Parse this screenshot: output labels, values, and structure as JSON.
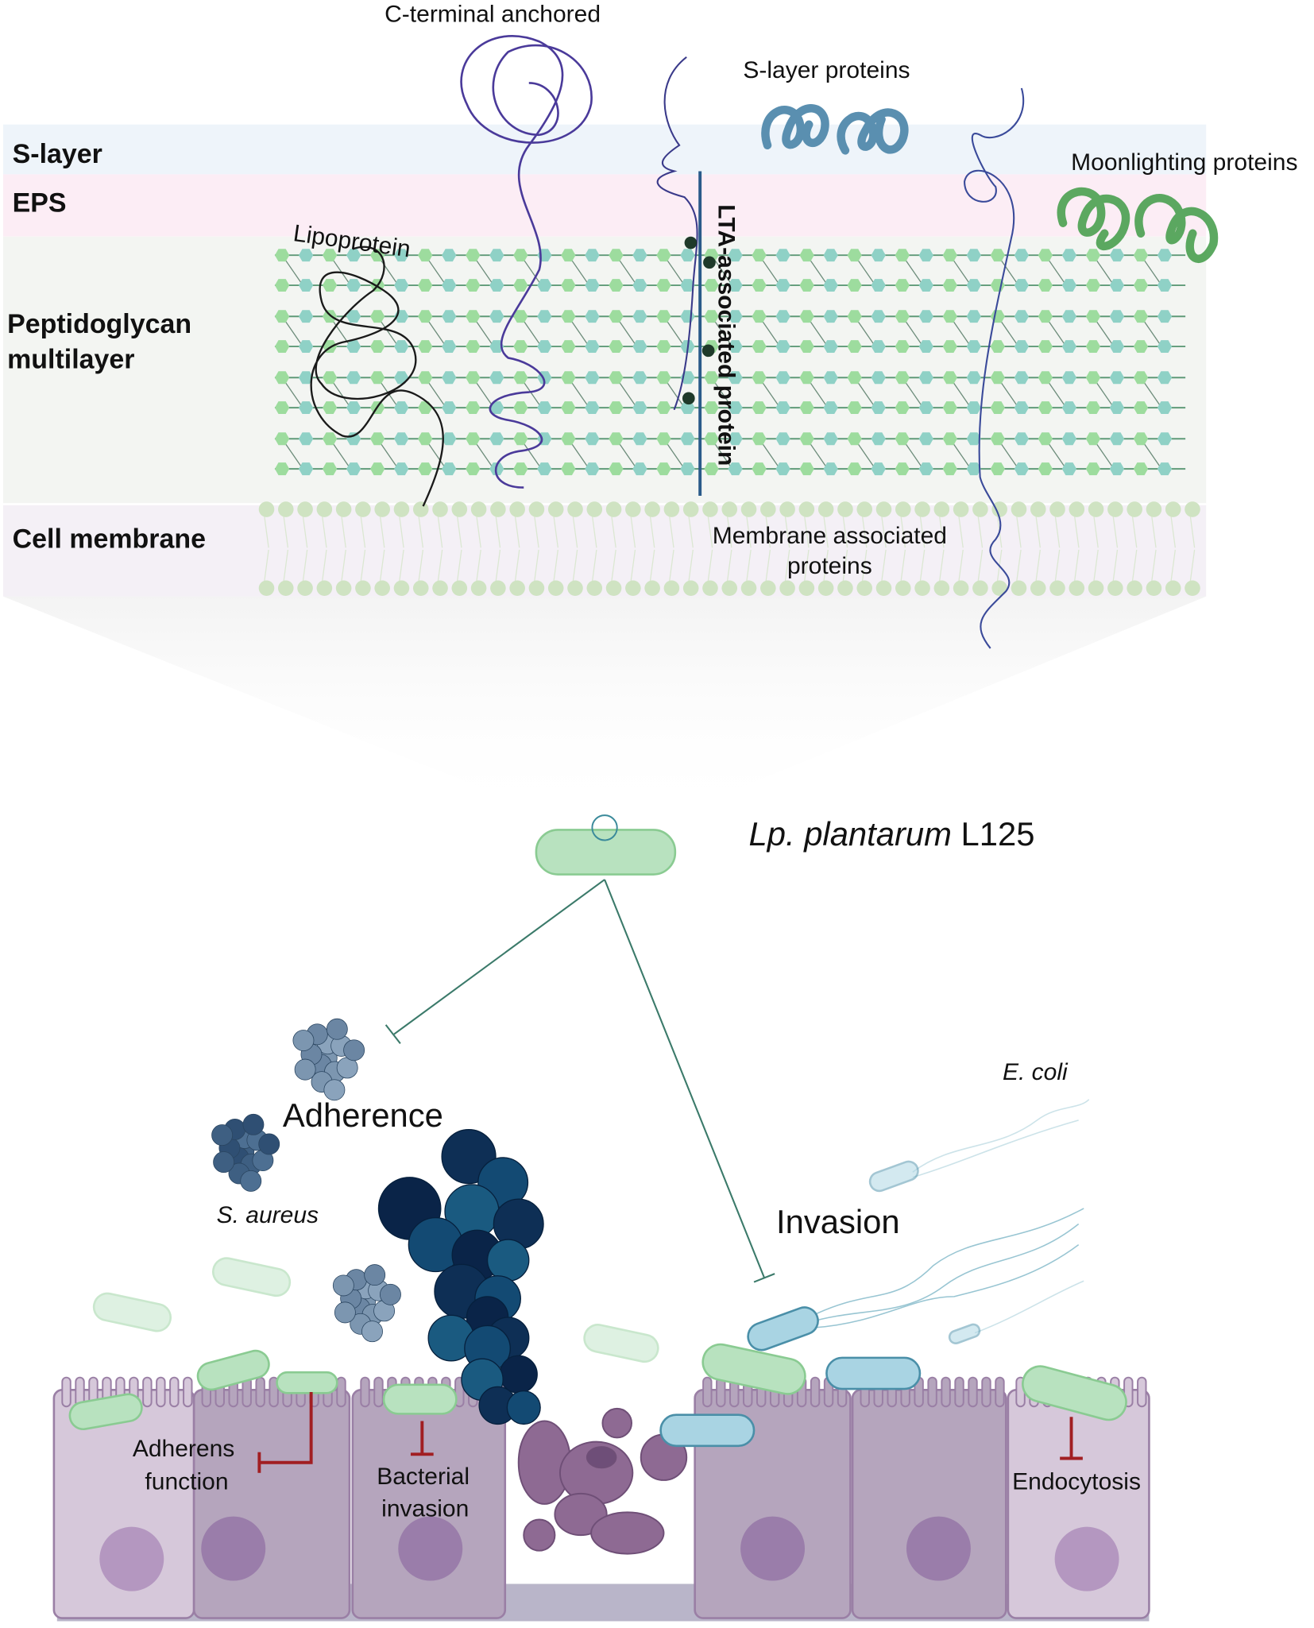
{
  "layers": {
    "s_layer": "S-layer",
    "eps": "EPS",
    "peptidoglycan_1": "Peptidoglycan",
    "peptidoglycan_2": "multilayer",
    "cell_membrane": "Cell membrane"
  },
  "proteins": {
    "c_terminal": "C-terminal anchored",
    "s_layer_proteins": "S-layer proteins",
    "moonlighting": "Moonlighting proteins",
    "lipoprotein": "Lipoprotein",
    "lta": "LTA-associated protein",
    "membrane_assoc_1": "Membrane associated",
    "membrane_assoc_2": "proteins"
  },
  "bacterium": {
    "species_italic": "Lp. plantarum",
    "strain": " L125"
  },
  "effects": {
    "adherence": "Adherence",
    "s_aureus": "S. aureus",
    "e_coli": "E. coli",
    "invasion": "Invasion",
    "adherens_1": "Adherens",
    "adherens_2": "function",
    "bacterial_1": "Bacterial",
    "bacterial_2": "invasion",
    "endocytosis": "Endocytosis"
  },
  "colors": {
    "s_layer_band": "#eef4fa",
    "eps_band": "#fcedf5",
    "pg_band": "#f3f5f2",
    "membrane_band": "#f4f0f6",
    "lactobacillus": "#b8e2bf",
    "inhibit_red": "#a11e22",
    "inhibit_line": "#3b7a6a"
  }
}
